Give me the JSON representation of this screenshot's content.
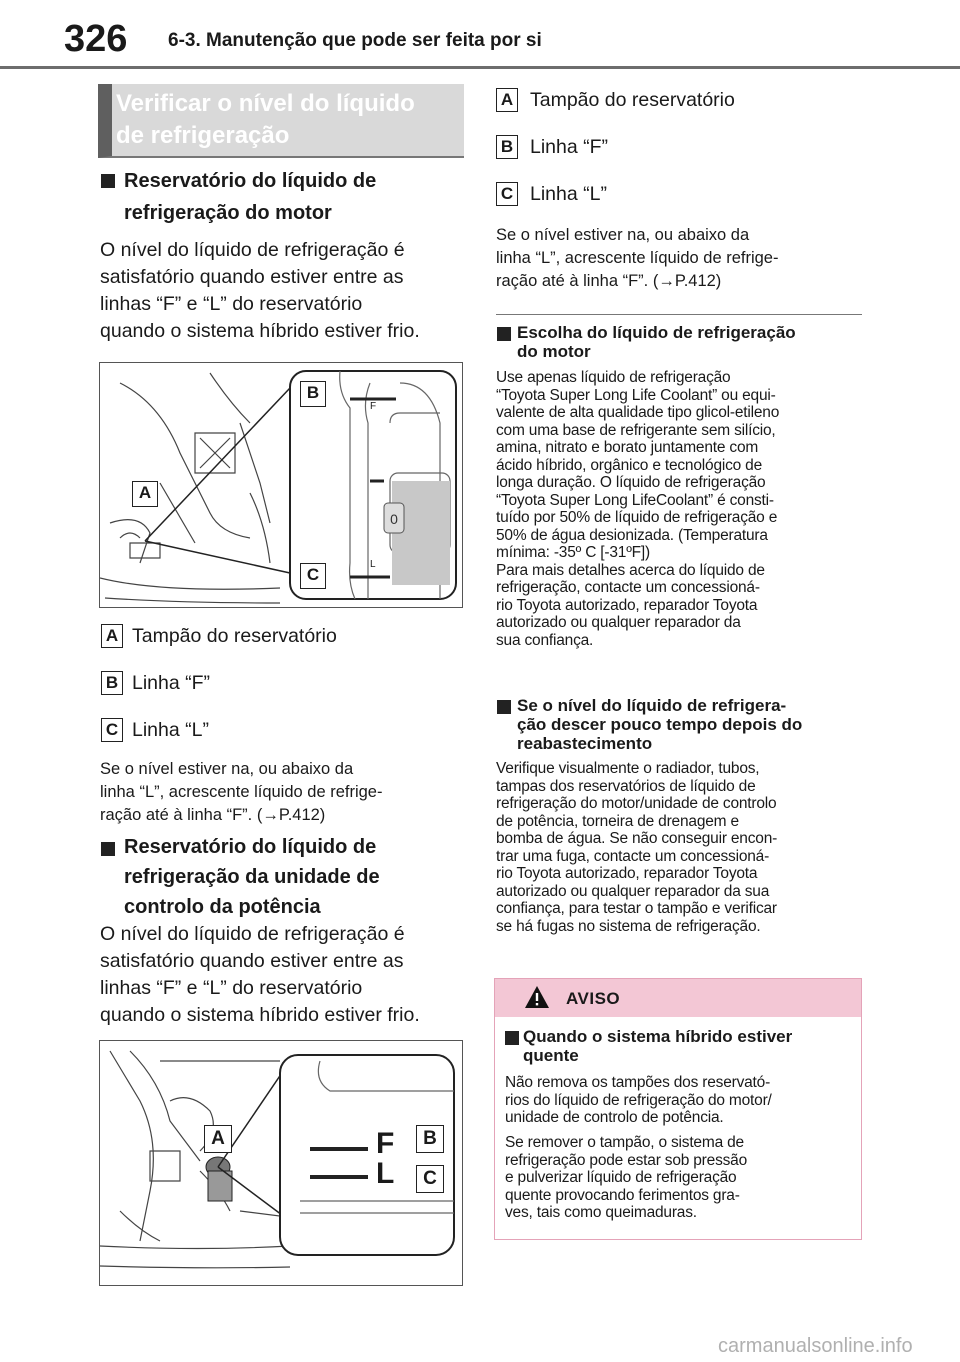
{
  "header": {
    "page_number": "326",
    "chapter": "6-3. Manutenção que pode ser feita por si"
  },
  "section": {
    "title_line1": "Verificar o nível do líquido",
    "title_line2": "de refrigeração"
  },
  "left": {
    "sub1_line1": "Reservatório do líquido de",
    "sub1_line2": "refrigeração do motor",
    "p1": [
      "O nível do líquido de refrigeração é",
      "satisfatório quando estiver entre as",
      "linhas “F” e “L” do reservatório",
      "quando o sistema híbrido estiver frio."
    ],
    "fig1": {
      "A": "A",
      "B": "B",
      "C": "C",
      "F": "F",
      "L": "L"
    },
    "legend1": [
      {
        "letter": "A",
        "text": "Tampão do reservatório"
      },
      {
        "letter": "B",
        "text": "Linha “F”"
      },
      {
        "letter": "C",
        "text": "Linha “L”"
      }
    ],
    "note1": [
      "Se o nível estiver na, ou abaixo da",
      "linha “L”, acrescente líquido de refrige-",
      "ração até à linha “F”. (→P.412)"
    ],
    "sub2": [
      "Reservatório do líquido de",
      "refrigeração da unidade de",
      "controlo da potência"
    ],
    "p2": [
      "O nível do líquido de refrigeração é",
      "satisfatório quando estiver entre as",
      "linhas “F” e “L” do reservatório",
      "quando o sistema híbrido estiver frio."
    ],
    "fig2": {
      "A": "A",
      "B": "B",
      "C": "C",
      "F": "F",
      "L": "L"
    }
  },
  "right": {
    "legend2": [
      {
        "letter": "A",
        "text": "Tampão do reservatório"
      },
      {
        "letter": "B",
        "text": "Linha “F”"
      },
      {
        "letter": "C",
        "text": "Linha “L”"
      }
    ],
    "note2": [
      "Se o nível estiver na, ou abaixo da",
      "linha “L”, acrescente líquido de refrige-",
      "ração até à linha “F”. (→P.412)"
    ],
    "h3": [
      "Escolha do líquido de refrigeração",
      "do motor"
    ],
    "p3": [
      "Use apenas líquido de refrigeração",
      "“Toyota Super Long Life Coolant” ou equi-",
      "valente de alta qualidade tipo glicol-etileno",
      "com uma base de refrigerante sem silício,",
      "amina, nitrato e borato juntamente com",
      "ácido híbrido, orgânico e tecnológico de",
      "longa duração. O líquido de refrigeração",
      "“Toyota Super Long LifeCoolant” é consti-",
      "tuído por 50% de líquido de refrigeração e",
      "50% de água desionizada. (Temperatura",
      "mínima: -35º C [-31ºF])",
      "Para mais detalhes acerca do líquido de",
      "refrigeração, contacte um concessioná-",
      "rio Toyota autorizado, reparador Toyota",
      "autorizado ou qualquer reparador da",
      "sua confiança."
    ],
    "h4": [
      "Se o nível do líquido de refrigera-",
      "ção descer pouco tempo depois do",
      "reabastecimento"
    ],
    "p4": [
      "Verifique visualmente o radiador, tubos,",
      "tampas dos reservatórios de líquido de",
      "refrigeração do motor/unidade de controlo",
      "de potência, torneira de drenagem e",
      "bomba de água. Se não conseguir encon-",
      "trar uma fuga, contacte um concessioná-",
      "rio Toyota autorizado, reparador Toyota",
      "autorizado ou qualquer reparador da sua",
      "confiança, para testar o tampão e verificar",
      "se há fugas no sistema de refrigeração."
    ]
  },
  "warning": {
    "title": "AVISO",
    "h": [
      "Quando o sistema híbrido estiver",
      "quente"
    ],
    "p1": [
      "Não remova os tampões dos reservató-",
      "rios do líquido de refrigeração do motor/",
      "unidade de controlo de potência."
    ],
    "p2": [
      "Se remover o tampão, o sistema de",
      "refrigeração pode estar sob pressão",
      "e pulverizar líquido de refrigeração",
      "quente provocando ferimentos gra-",
      "ves, tais como queimaduras."
    ]
  },
  "footer": {
    "watermark": "carmanualsonline.info"
  }
}
